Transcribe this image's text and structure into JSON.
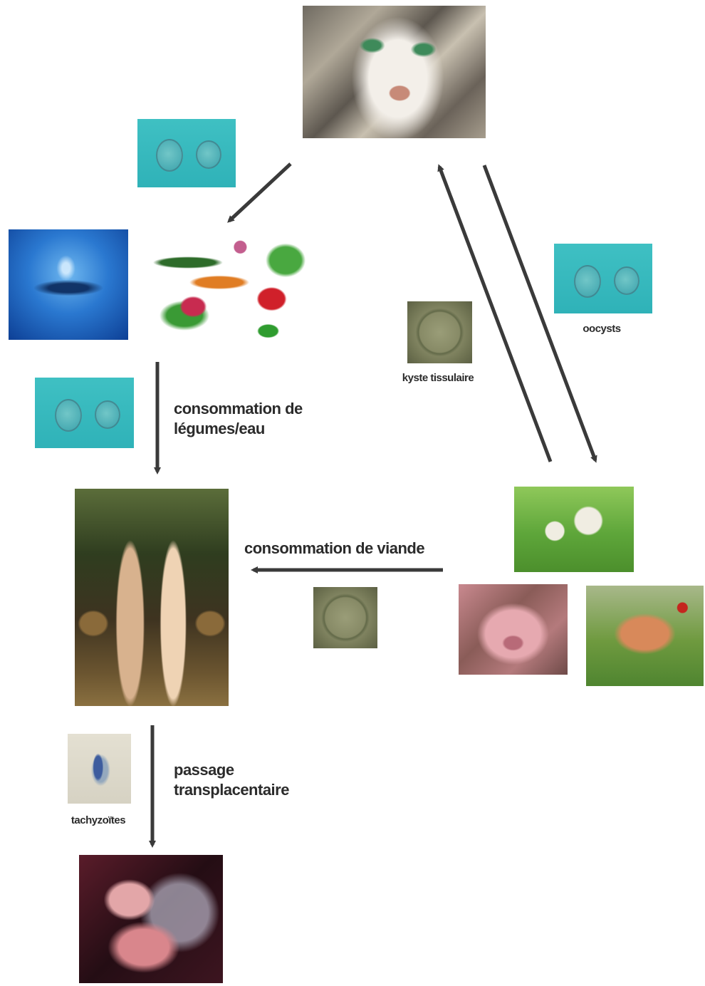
{
  "labels": {
    "consumption_veg": "consommation de légumes/eau",
    "consumption_meat": "consommation de viande",
    "placental": "passage transplacentaire",
    "oocysts": "oocysts",
    "tissue_cyst": "kyste tissulaire",
    "tachyzoites": "tachyzoïtes"
  },
  "colors": {
    "arrow": "#3a3a3a",
    "oocyst_bg": "#36b9be"
  }
}
